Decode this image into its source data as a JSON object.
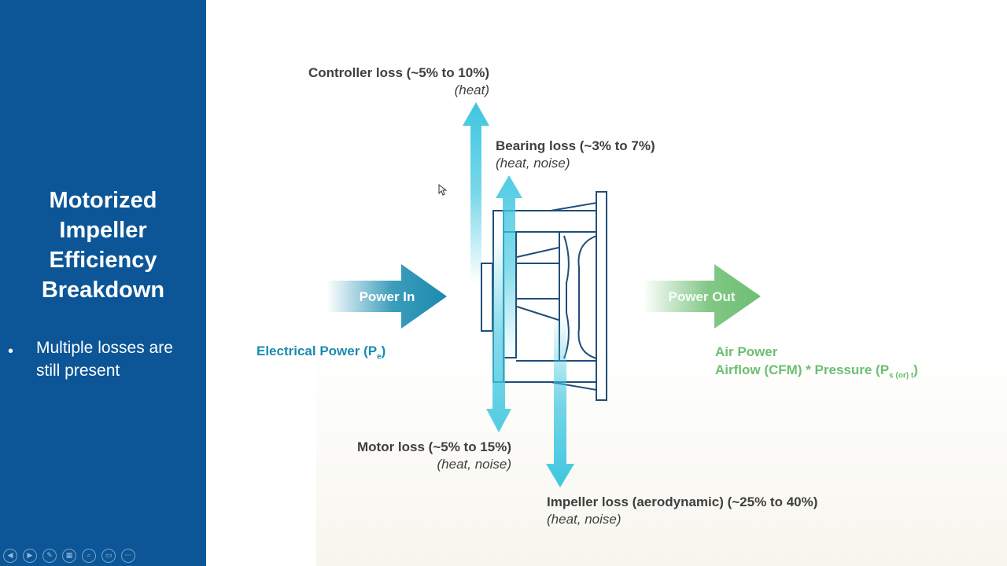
{
  "slide": {
    "title_lines": [
      "Motorized",
      "Impeller",
      "Efficiency",
      "Breakdown"
    ],
    "bullets": [
      "Multiple losses are still present"
    ]
  },
  "diagram": {
    "power_in": {
      "arrow_label": "Power In",
      "caption": "Electrical Power (P",
      "caption_sub": "e",
      "caption_end": ")"
    },
    "power_out": {
      "arrow_label": "Power Out",
      "caption_line1": "Air Power",
      "caption_line2": "Airflow (CFM) * Pressure (P",
      "caption_sub": "s (or) t",
      "caption_end": ")"
    },
    "losses": {
      "controller": {
        "label": "Controller loss (~5% to 10%)",
        "note": "(heat)"
      },
      "bearing": {
        "label": "Bearing loss (~3% to 7%)",
        "note": "(heat, noise)"
      },
      "motor": {
        "label": "Motor loss (~5% to 15%)",
        "note": "(heat, noise)"
      },
      "impeller": {
        "label": "Impeller loss (aerodynamic) (~25% to 40%)",
        "note": "(heat, noise)"
      }
    },
    "colors": {
      "loss_arrow": "#3ec6e0",
      "power_in": "#1a8bb0",
      "power_out": "#6dbe72",
      "fan_outline": "#1f4e79"
    }
  },
  "toolbar": {
    "icons": [
      "previous-icon",
      "next-icon",
      "pen-icon",
      "slides-grid-icon",
      "zoom-icon",
      "subtitles-icon",
      "more-icon"
    ],
    "glyphs": [
      "◀",
      "▶",
      "✎",
      "▦",
      "⌕",
      "▭",
      "⋯"
    ]
  }
}
